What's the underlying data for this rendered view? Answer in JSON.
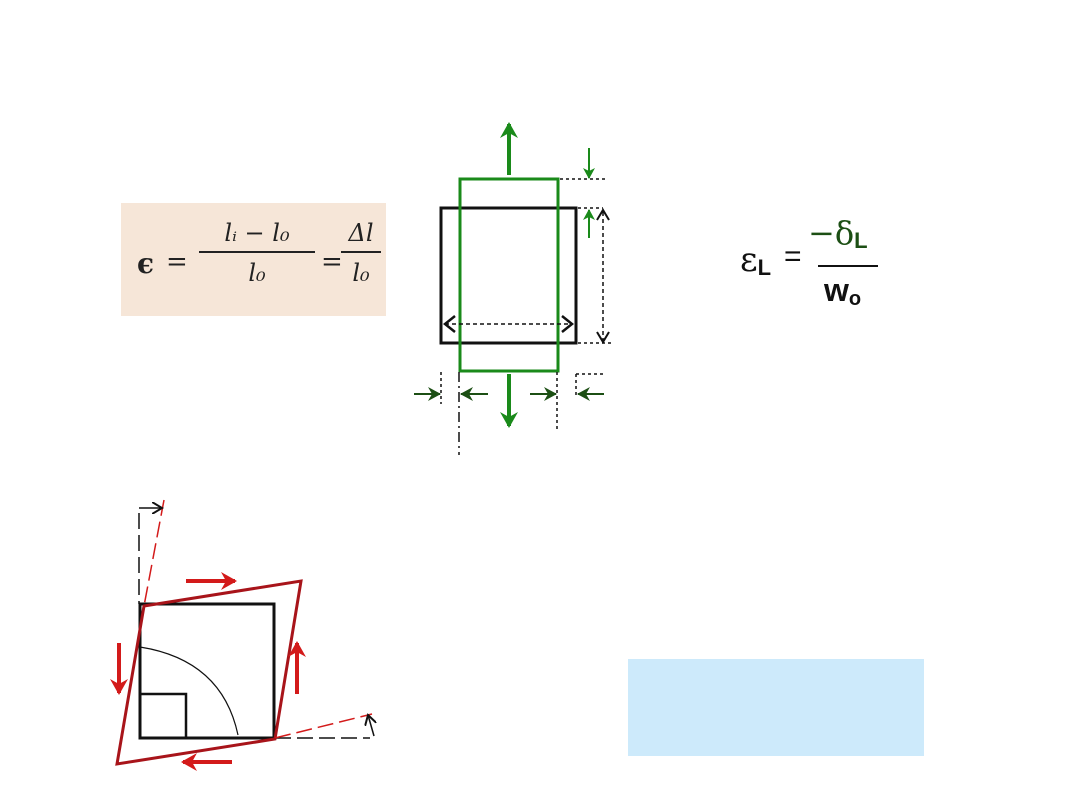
{
  "formula_left": {
    "epsilon": "ϵ",
    "equals": "=",
    "numerator1": "lᵢ − l₀",
    "denominator1": "l₀",
    "equals2": "=",
    "numerator2": "Δl",
    "denominator2": "l₀"
  },
  "formula_right": {
    "epsilon": "ε",
    "epsilon_sub": "L",
    "equals": "=",
    "numerator": "−δ",
    "numerator_sub": "L",
    "denominator": "w",
    "denominator_sub": "o"
  },
  "colors": {
    "green": "#1a8a1a",
    "dark_green": "#1c4f14",
    "red": "#b01515",
    "black": "#111111",
    "formula_bg": "#f6e6d8",
    "blue_box": "#cdeafb"
  }
}
